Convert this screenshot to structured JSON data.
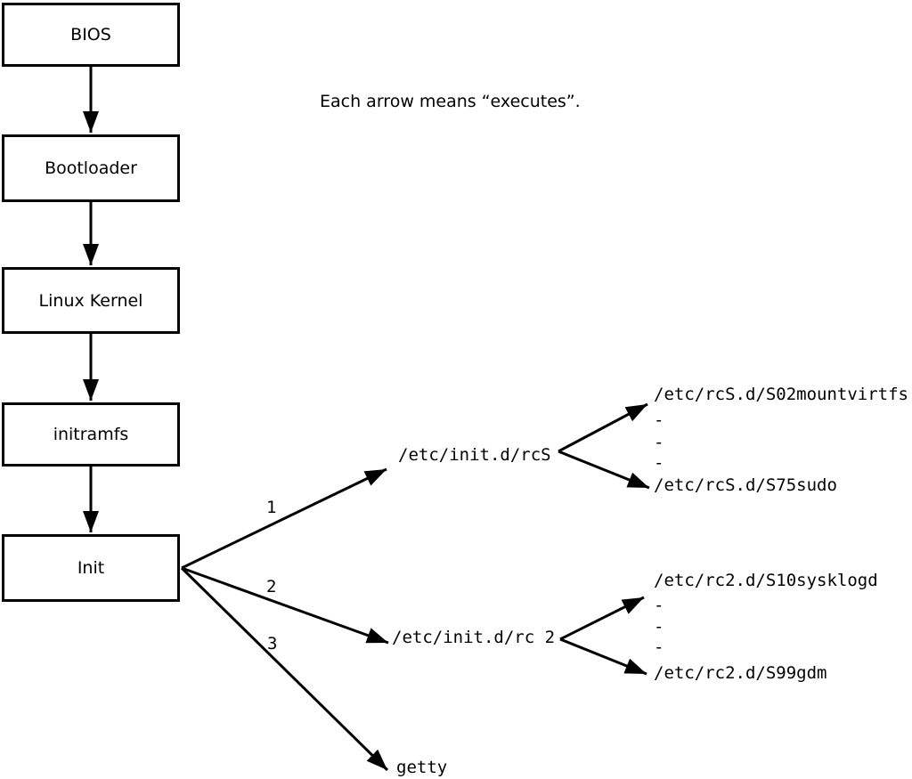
{
  "legend": {
    "text": "Each arrow means “executes”."
  },
  "flow_boxes": [
    {
      "label": "BIOS"
    },
    {
      "label": "Bootloader"
    },
    {
      "label": "Linux Kernel"
    },
    {
      "label": "initramfs"
    },
    {
      "label": "Init"
    }
  ],
  "init_children": [
    {
      "order": "1",
      "target": "/etc/init.d/rcS"
    },
    {
      "order": "2",
      "target": "/etc/init.d/rc 2"
    },
    {
      "order": "3",
      "target": "getty"
    }
  ],
  "rcS_scripts": {
    "first": "/etc/rcS.d/S02mountvirtfs",
    "ellipsis": [
      "-",
      "-",
      "-"
    ],
    "last": "/etc/rcS.d/S75sudo"
  },
  "rc2_scripts": {
    "first": "/etc/rc2.d/S10sysklogd",
    "ellipsis": [
      "-",
      "-",
      "-"
    ],
    "last": "/etc/rc2.d/S99gdm"
  },
  "colors": {
    "stroke": "#000000",
    "background": "#ffffff",
    "text": "#000000"
  }
}
